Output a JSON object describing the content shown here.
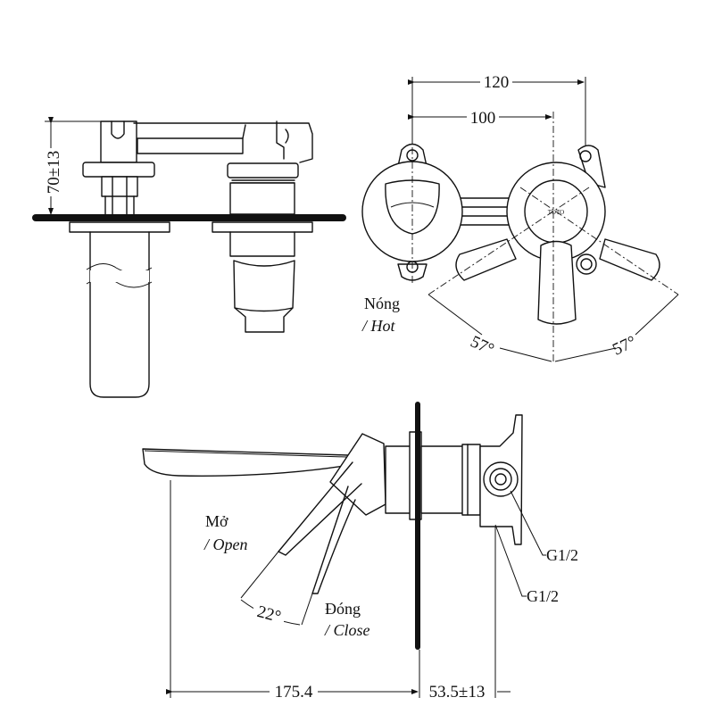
{
  "front_view": {
    "height_dim": "70±13"
  },
  "top_view": {
    "width_outer_dim": "120",
    "width_inner_dim": "100",
    "angle_left": "57°",
    "angle_right": "57°",
    "hot_label_vi": "Nóng",
    "hot_label_en": "/ Hot"
  },
  "side_view": {
    "open_label_vi": "Mở",
    "open_label_en": "/ Open",
    "lever_angle": "22°",
    "close_label_vi": "Đóng",
    "close_label_en": "/ Close",
    "thread_upper": "G1/2",
    "thread_lower": "G1/2",
    "spout_length_dim": "175.4",
    "depth_dim": "53.5±13"
  }
}
